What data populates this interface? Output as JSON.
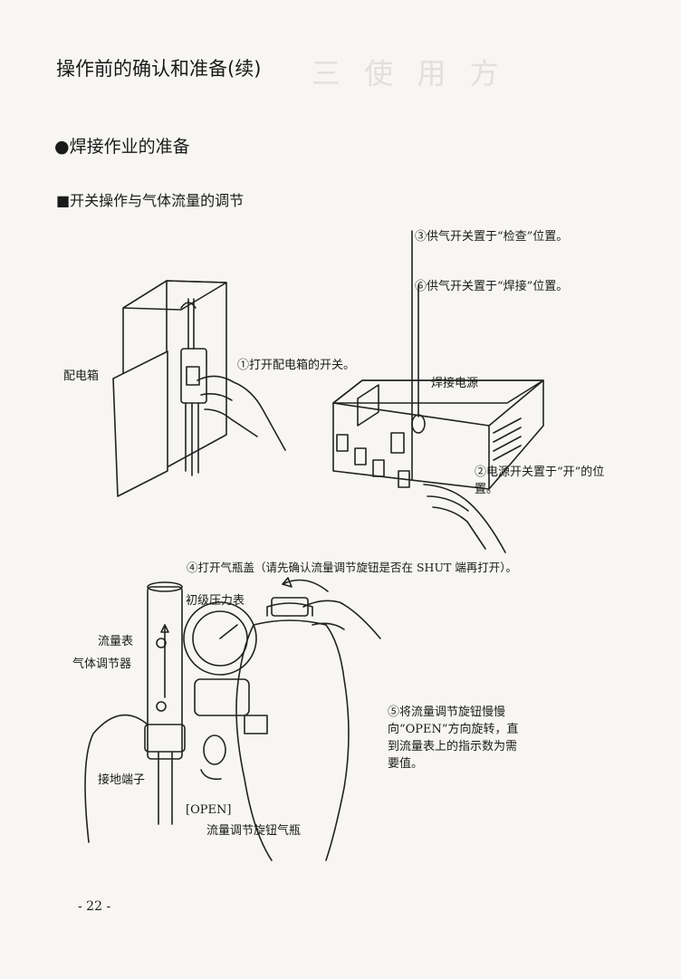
{
  "header": {
    "title": "操作前的确认和准备(续)",
    "ghost_text": "三 使 用 方"
  },
  "section": {
    "bullet": "●",
    "title": "焊接作业的准备"
  },
  "subsection": {
    "bullet": "■",
    "title": "开关操作与气体流量的调节"
  },
  "labels": {
    "step3": "③供气开关置于“检查”位置。",
    "step6": "⑥供气开关置于“焊接”位置。",
    "distribution_box": "配电箱",
    "step1": "①打开配电箱的开关。",
    "welding_power": "焊接电源",
    "step2": "②电源开关置于“开”的位置。",
    "step4": "④打开气瓶盖（请先确认流量调节旋钮是否在 SHUT 端再打开）。",
    "primary_gauge": "初级压力表",
    "flowmeter": "流量表",
    "gas_regulator": "气体调节器",
    "step5": "⑤将流量调节旋钮慢慢向“OPEN”方向旋转，直到流量表上的指示数为需要值。",
    "ground_terminal": "接地端子",
    "open": "[OPEN]",
    "flow_knob_cylinder": "流量调节旋钮气瓶"
  },
  "footer": {
    "page_number": "- 22 -"
  }
}
